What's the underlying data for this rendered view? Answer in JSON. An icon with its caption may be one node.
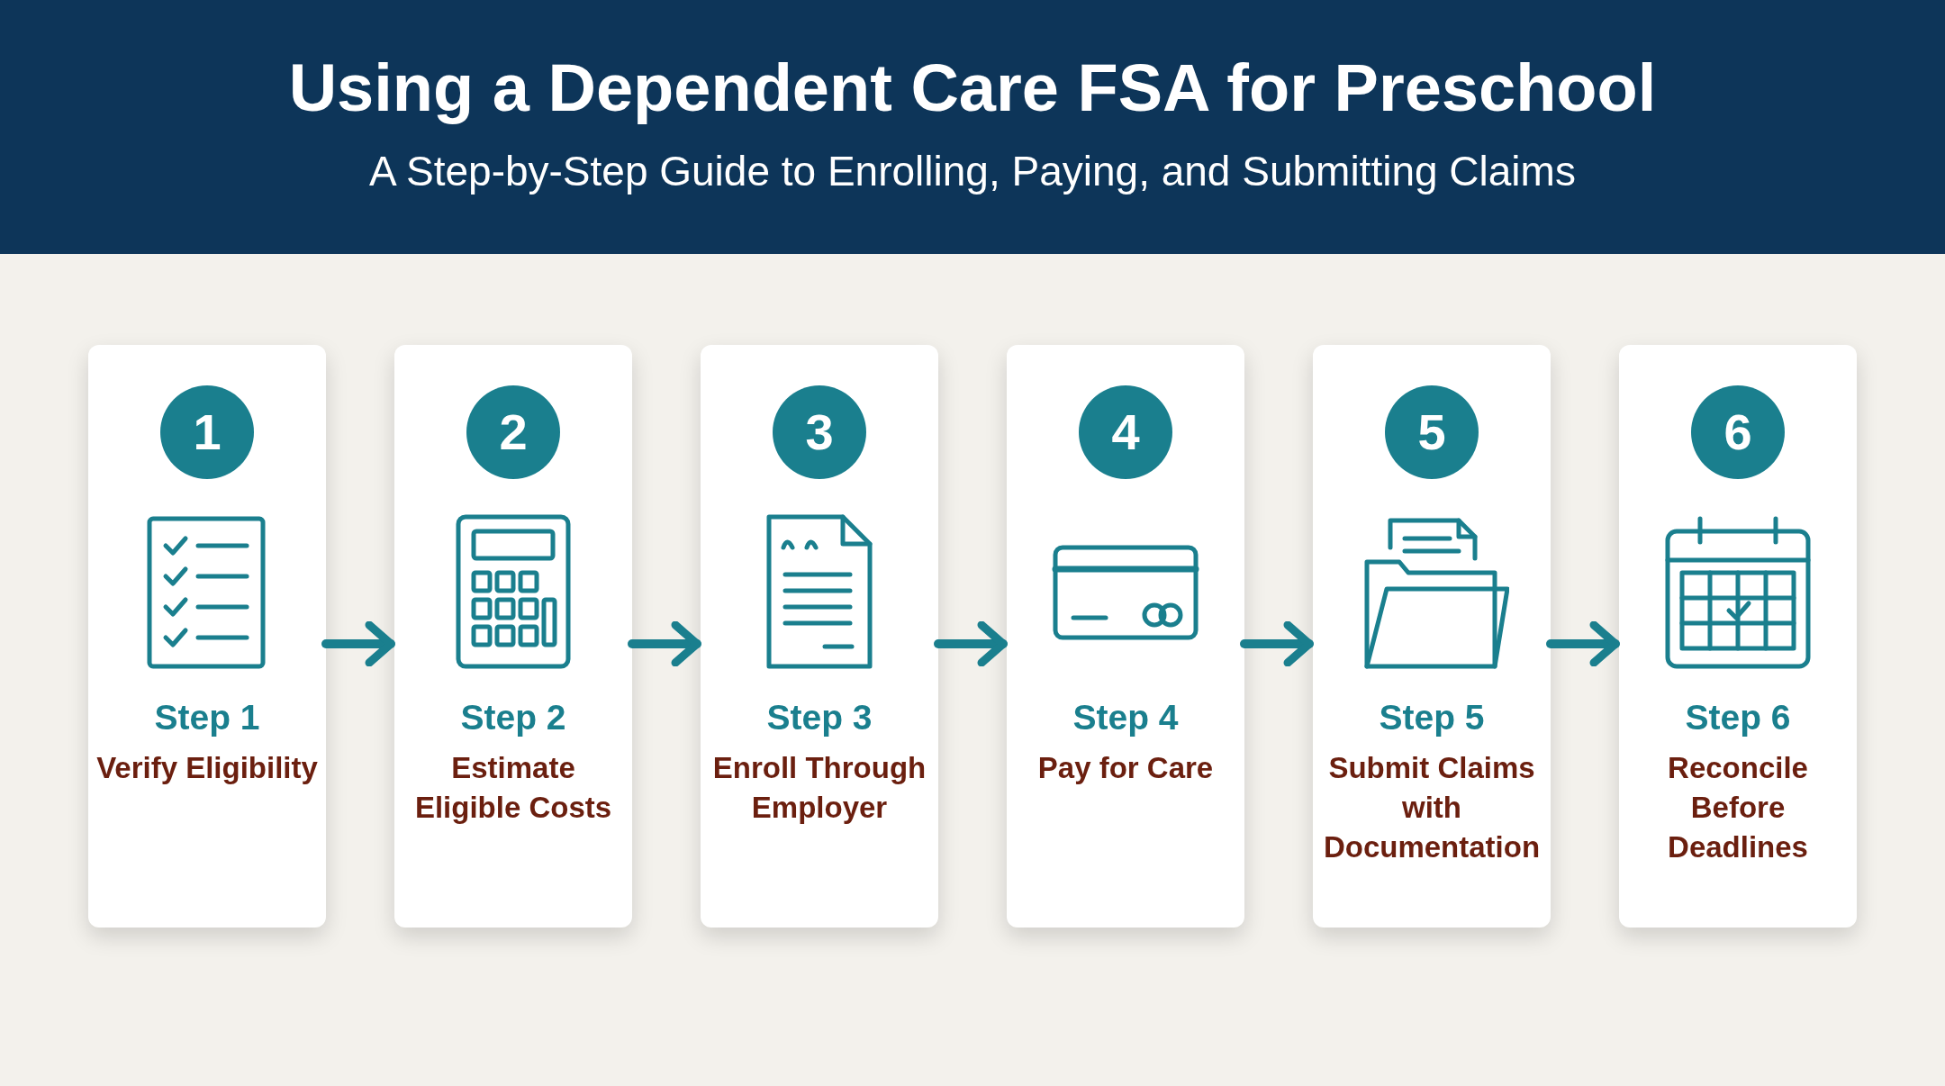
{
  "diagram": {
    "title": "Using a Dependent Care FSA for Preschool",
    "caption": "A Step-by-Step Guide to Enrolling, Paying, and Submitting Claims",
    "nodes": [
      {
        "text": [
          "Step 1",
          "Verify Eligibility"
        ]
      },
      {
        "text": [
          "1"
        ],
        "in": 0
      },
      {
        "text": [
          "Step 2",
          "Estimate Eligible Costs"
        ]
      },
      {
        "text": [
          "2"
        ],
        "in": 2
      },
      {
        "text": [
          "Step 3",
          "Enroll Through Employer"
        ]
      },
      {
        "text": [
          "3"
        ],
        "in": 4
      },
      {
        "text": [
          "Step 4",
          "Pay for Care"
        ]
      },
      {
        "text": [
          "4"
        ],
        "in": 6
      },
      {
        "text": [
          "Step 5",
          "Submit Claims with Documentation"
        ]
      },
      {
        "text": [
          "5"
        ],
        "in": 8
      },
      {
        "text": [
          "Step 6",
          "Reconcile Before Deadlines"
        ]
      },
      {
        "text": [
          "6"
        ],
        "in": 10
      }
    ],
    "edges": [
      {
        "from": 0,
        "to": 2,
        "arrow": "to"
      },
      {
        "from": 2,
        "to": 4,
        "arrow": "to"
      },
      {
        "from": 4,
        "to": 6,
        "arrow": "to"
      },
      {
        "from": 6,
        "to": 8,
        "arrow": "to"
      },
      {
        "from": 8,
        "to": 10,
        "arrow": "to"
      }
    ]
  }
}
